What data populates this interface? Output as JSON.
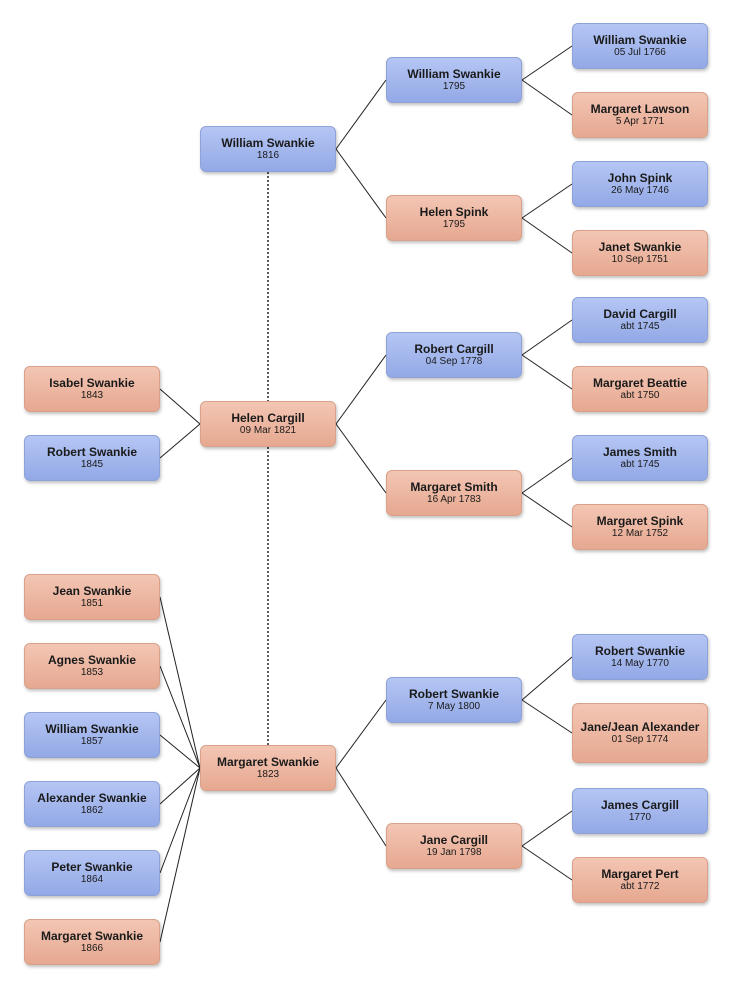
{
  "people": {
    "p_william_1816": {
      "name": "William Swankie",
      "date": "1816",
      "sex": "male"
    },
    "p_helen_cargill": {
      "name": "Helen Cargill",
      "date": "09 Mar 1821",
      "sex": "female"
    },
    "p_margaret_1823": {
      "name": "Margaret Swankie",
      "date": "1823",
      "sex": "female"
    },
    "p_william_1795": {
      "name": "William Swankie",
      "date": "1795",
      "sex": "male"
    },
    "p_helen_spink": {
      "name": "Helen Spink",
      "date": "1795",
      "sex": "female"
    },
    "p_robert_cargill": {
      "name": "Robert Cargill",
      "date": "04 Sep 1778",
      "sex": "male"
    },
    "p_margaret_smith": {
      "name": "Margaret Smith",
      "date": "16 Apr 1783",
      "sex": "female"
    },
    "p_robert_1800": {
      "name": "Robert Swankie",
      "date": "7 May 1800",
      "sex": "male"
    },
    "p_jane_cargill": {
      "name": "Jane Cargill",
      "date": "19 Jan 1798",
      "sex": "female"
    },
    "p_william_1766": {
      "name": "William Swankie",
      "date": "05 Jul 1766",
      "sex": "male"
    },
    "p_margaret_lawson": {
      "name": "Margaret Lawson",
      "date": "5 Apr 1771",
      "sex": "female"
    },
    "p_john_spink": {
      "name": "John Spink",
      "date": "26 May 1746",
      "sex": "male"
    },
    "p_janet_swankie": {
      "name": "Janet Swankie",
      "date": "10 Sep 1751",
      "sex": "female"
    },
    "p_david_cargill": {
      "name": "David Cargill",
      "date": "abt 1745",
      "sex": "male"
    },
    "p_margaret_beattie": {
      "name": "Margaret Beattie",
      "date": "abt 1750",
      "sex": "female"
    },
    "p_james_smith": {
      "name": "James Smith",
      "date": "abt 1745",
      "sex": "male"
    },
    "p_margaret_spink": {
      "name": "Margaret Spink",
      "date": "12 Mar 1752",
      "sex": "female"
    },
    "p_robert_1770": {
      "name": "Robert Swankie",
      "date": "14 May 1770",
      "sex": "male"
    },
    "p_jane_alexander": {
      "name": "Jane/Jean Alexander",
      "date": "01 Sep 1774",
      "sex": "female"
    },
    "p_james_cargill": {
      "name": "James Cargill",
      "date": "1770",
      "sex": "male"
    },
    "p_margaret_pert": {
      "name": "Margaret Pert",
      "date": "abt 1772",
      "sex": "female"
    },
    "p_isabel": {
      "name": "Isabel Swankie",
      "date": "1843",
      "sex": "female"
    },
    "p_robert_1845": {
      "name": "Robert Swankie",
      "date": "1845",
      "sex": "male"
    },
    "p_jean": {
      "name": "Jean Swankie",
      "date": "1851",
      "sex": "female"
    },
    "p_agnes": {
      "name": "Agnes Swankie",
      "date": "1853",
      "sex": "female"
    },
    "p_william_1857": {
      "name": "William Swankie",
      "date": "1857",
      "sex": "male"
    },
    "p_alexander": {
      "name": "Alexander Swankie",
      "date": "1862",
      "sex": "male"
    },
    "p_peter": {
      "name": "Peter Swankie",
      "date": "1864",
      "sex": "male"
    },
    "p_margaret_1866": {
      "name": "Margaret Swankie",
      "date": "1866",
      "sex": "female"
    }
  },
  "parents": [
    {
      "child": "p_william_1816",
      "father": "p_william_1795",
      "mother": "p_helen_spink"
    },
    {
      "child": "p_helen_cargill",
      "father": "p_robert_cargill",
      "mother": "p_margaret_smith"
    },
    {
      "child": "p_margaret_1823",
      "father": "p_robert_1800",
      "mother": "p_jane_cargill"
    },
    {
      "child": "p_william_1795",
      "father": "p_william_1766",
      "mother": "p_margaret_lawson"
    },
    {
      "child": "p_helen_spink",
      "father": "p_john_spink",
      "mother": "p_janet_swankie"
    },
    {
      "child": "p_robert_cargill",
      "father": "p_david_cargill",
      "mother": "p_margaret_beattie"
    },
    {
      "child": "p_margaret_smith",
      "father": "p_james_smith",
      "mother": "p_margaret_spink"
    },
    {
      "child": "p_robert_1800",
      "father": "p_robert_1770",
      "mother": "p_jane_alexander"
    },
    {
      "child": "p_jane_cargill",
      "father": "p_james_cargill",
      "mother": "p_margaret_pert"
    }
  ],
  "children": [
    {
      "parent": "p_helen_cargill",
      "kids": [
        "p_isabel",
        "p_robert_1845"
      ]
    },
    {
      "parent": "p_margaret_1823",
      "kids": [
        "p_jean",
        "p_agnes",
        "p_william_1857",
        "p_alexander",
        "p_peter",
        "p_margaret_1866"
      ]
    }
  ],
  "spouse_links": [
    [
      "p_william_1816",
      "p_helen_cargill"
    ],
    [
      "p_helen_cargill",
      "p_margaret_1823"
    ]
  ],
  "colors": {
    "male": "#a3b7ee",
    "female": "#eeb7a2",
    "line": "#222222"
  }
}
